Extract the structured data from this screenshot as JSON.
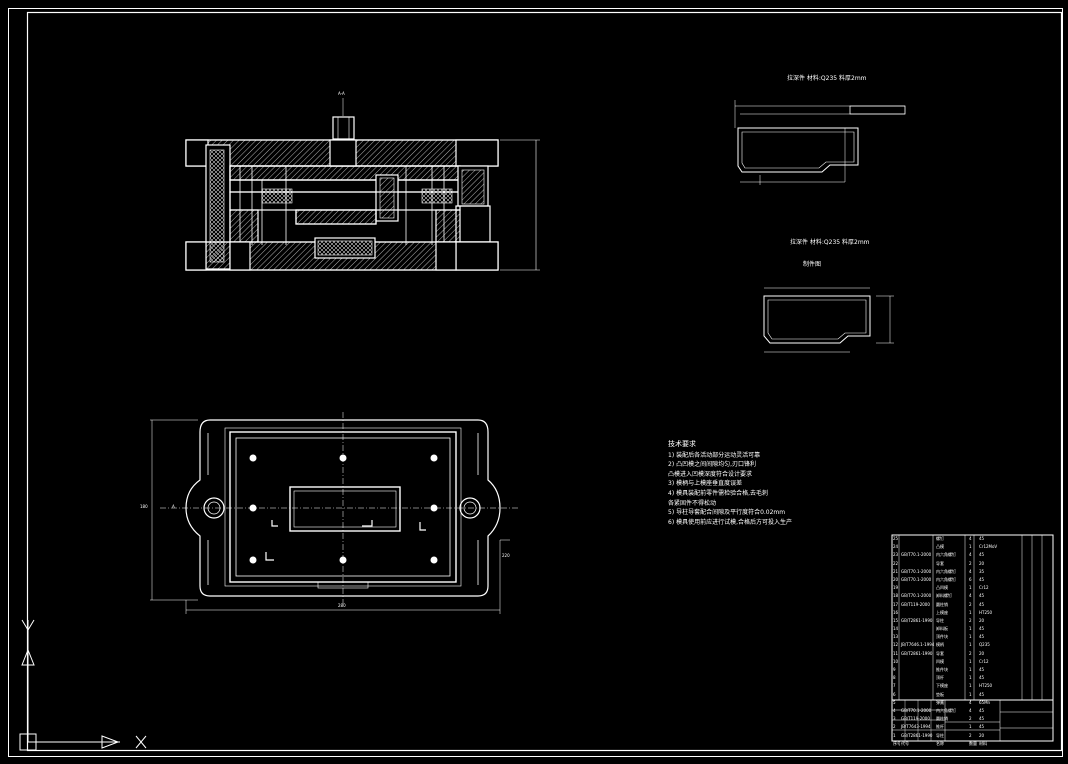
{
  "labels": {
    "top_center_mark": "A-A",
    "detail1_title": "拉深件  材料:Q235  料厚2mm",
    "detail2_title": "拉深件  材料:Q235  料厚2mm",
    "detail2_subtitle": "制件图",
    "plan_width_dim": "280",
    "plan_height_dim": "180",
    "plan_right_dim": "220",
    "plan_left_mark": "A"
  },
  "notes": {
    "title": "技术要求",
    "lines": [
      "1) 装配后各活动部分运动灵活可靠",
      "2) 凸凹模之间间隙均匀,刃口锋利",
      "   凸模进入凹模深度符合设计要求",
      "3) 模柄与上模座垂直度误差",
      "4) 模具装配前零件需检验合格,去毛刺",
      "   各紧固件不得松动",
      "5) 导柱导套配合间隙及平行度符合0.02mm",
      "6) 模具使用前应进行试模,合格后方可投入生产"
    ]
  },
  "bom": {
    "rows": [
      [
        "25",
        "",
        "螺钉",
        "4",
        "45"
      ],
      [
        "24",
        "",
        "凸模",
        "1",
        "Cr12MoV"
      ],
      [
        "23",
        "GB/T70.1-2000",
        "内六角螺钉",
        "4",
        "45"
      ],
      [
        "22",
        "",
        "导套",
        "2",
        "20"
      ],
      [
        "21",
        "GB/T70.1-2000",
        "内六角螺钉",
        "4",
        "35"
      ],
      [
        "20",
        "GB/T70.1-2000",
        "内六角螺钉",
        "6",
        "45"
      ],
      [
        "19",
        "",
        "凸凹模",
        "1",
        "Cr12"
      ],
      [
        "18",
        "GB/T70.1-2000",
        "卸料螺钉",
        "4",
        "45"
      ],
      [
        "17",
        "GB/T119-2000",
        "圆柱销",
        "2",
        "45"
      ],
      [
        "16",
        "",
        "上模座",
        "1",
        "HT250"
      ],
      [
        "15",
        "GB/T2861-1990",
        "导柱",
        "2",
        "20"
      ],
      [
        "14",
        "",
        "卸料板",
        "1",
        "45"
      ],
      [
        "13",
        "",
        "顶件块",
        "1",
        "45"
      ],
      [
        "12",
        "JB/T7646.1-1994",
        "模柄",
        "1",
        "Q235"
      ],
      [
        "11",
        "GB/T2861-1990",
        "导套",
        "2",
        "20"
      ],
      [
        "10",
        "",
        "凹模",
        "1",
        "Cr12"
      ],
      [
        "9",
        "",
        "推件块",
        "1",
        "45"
      ],
      [
        "8",
        "",
        "顶杆",
        "1",
        "45"
      ],
      [
        "7",
        "",
        "下模座",
        "1",
        "HT250"
      ],
      [
        "6",
        "",
        "垫板",
        "1",
        "45"
      ],
      [
        "5",
        "",
        "弹簧",
        "4",
        "65Mn"
      ],
      [
        "4",
        "GB/T70.1-2000",
        "内六角螺钉",
        "4",
        "45"
      ],
      [
        "3",
        "GB/T119-2000",
        "圆柱销",
        "2",
        "45"
      ],
      [
        "2",
        "JB/T7643-1994",
        "推杆",
        "1",
        "45"
      ],
      [
        "1",
        "GB/T2861-1990",
        "导柱",
        "2",
        "20"
      ],
      [
        "序号",
        "代号",
        "名称",
        "数量",
        "材料"
      ]
    ]
  },
  "colors": {
    "background": "#000000",
    "line": "#ffffff"
  }
}
